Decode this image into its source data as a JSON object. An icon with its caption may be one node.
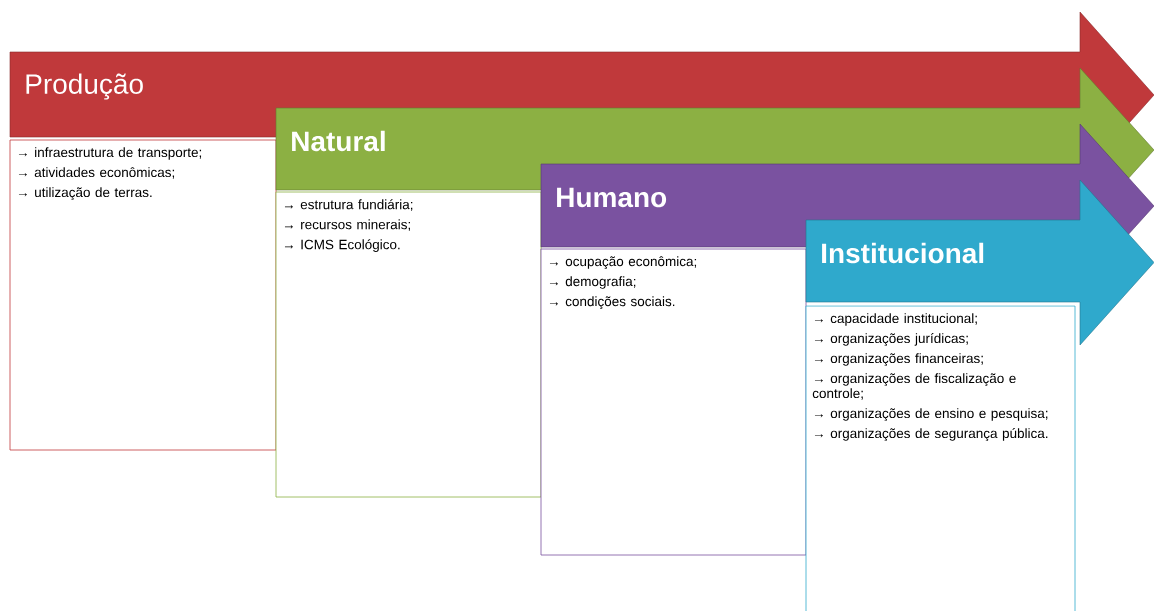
{
  "diagram": {
    "nodes": [
      {
        "text": [
          "Produção"
        ]
      },
      {
        "text": [
          "→ infraestrutura de transporte;",
          "→ atividades econômicas;",
          "→ utilização de terras."
        ]
      },
      {
        "text": [
          "Natural"
        ]
      },
      {
        "text": [
          "→ estrutura fundiária;",
          "→ recursos minerais;",
          "→ ICMS Ecológico."
        ]
      },
      {
        "text": [
          "Humano"
        ]
      },
      {
        "text": [
          "→ ocupação econômica;",
          "→ demografia;",
          "→ condições sociais."
        ]
      },
      {
        "text": [
          "Institucional"
        ]
      },
      {
        "text": [
          "→ capacidade institucional;",
          "→ organizações jurídicas;",
          "→ organizações financeiras;",
          "→ organizações de fiscalização e controle;",
          "→ organizações de ensino e pesquisa;",
          "→ organizações de segurança pública."
        ]
      }
    ]
  }
}
